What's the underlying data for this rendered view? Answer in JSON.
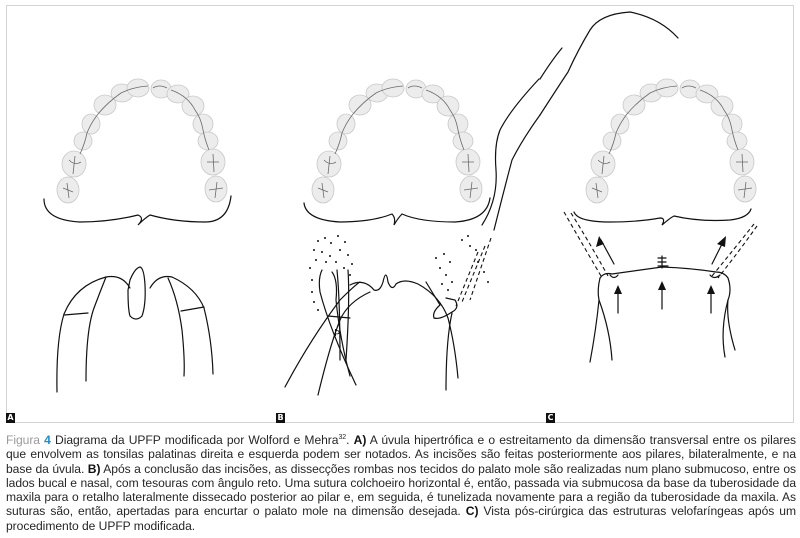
{
  "figure": {
    "number": "4",
    "panels": [
      {
        "label": "A",
        "description": "Hypertrophic uvula with narrowed transverse dimension between pillars"
      },
      {
        "label": "B",
        "description": "Blunt dissection in submucosal plane with right-angle scissors"
      },
      {
        "label": "C",
        "description": "Post-surgical view of velopharyngeal structures"
      }
    ],
    "caption": {
      "prefix_word": "Figura",
      "prefix_number": "4",
      "title": " Diagrama da UPFP modificada por Wolford e Mehra",
      "citation": "32",
      "title_end": ". ",
      "part_a_label": "A)",
      "part_a_text": " A úvula hipertrófica e o estreitamento da dimensão transversal entre os pilares que envolvem as tonsilas palatinas direita e esquerda podem ser notados. As incisões são feitas posteriormente aos pilares, bilateralmente, e na base da úvula. ",
      "part_b_label": "B)",
      "part_b_text": " Após a conclusão das incisões, as dissecções rombas nos tecidos do palato mole são realizadas num plano submucoso, entre os lados bucal e nasal, com tesouras com ângulo reto. Uma sutura colchoeiro horizontal é, então, passada via submucosa da base da tuberosidade da maxila para o retalho lateralmente dissecado posterior ao pilar e, em seguida, é tunelizada novamente para a região da tuberosidade da maxila. As suturas são, então, apertadas para encurtar o palato mole na dimensão desejada. ",
      "part_c_label": "C)",
      "part_c_text": " Vista pós-cirúrgica das estruturas velofaríngeas após um procedimento de UPFP modificada."
    }
  },
  "colors": {
    "figure_number": "#1c8fcf",
    "figure_word": "#9a9a9a",
    "frame_border": "#d4d4d4",
    "label_box": "#111111"
  }
}
